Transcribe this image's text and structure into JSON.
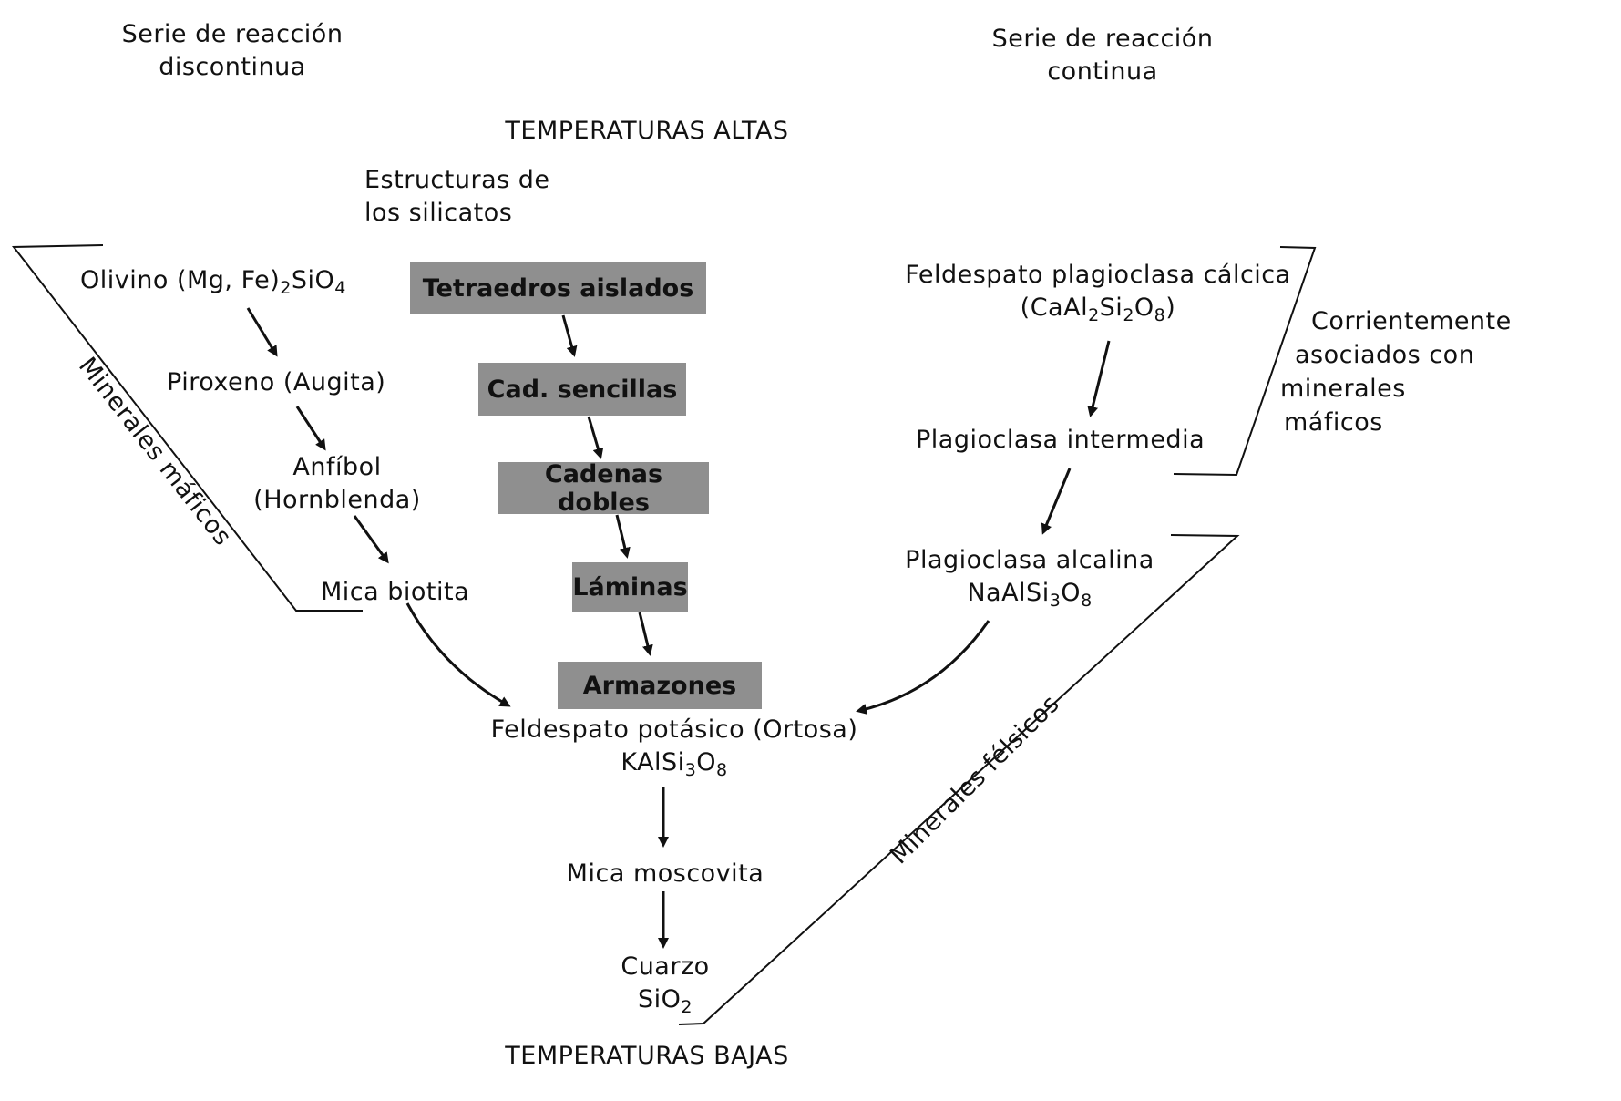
{
  "headers": {
    "discontinuous": [
      "Serie de reacción",
      "discontinua"
    ],
    "continuous": [
      "Serie de reacción",
      "continua"
    ],
    "high_temp": "TEMPERATURAS ALTAS",
    "low_temp": "TEMPERATURAS BAJAS",
    "silicate_structures": [
      "Estructuras de",
      "los silicatos"
    ]
  },
  "discontinuous_series": {
    "olivine": "Olivino (Mg, Fe)",
    "olivine_sub1": "2",
    "olivine_mid": "SiO",
    "olivine_sub2": "4",
    "pyroxene": "Piroxeno (Augita)",
    "amphibole": [
      "Anfíbol",
      "(Hornblenda)"
    ],
    "biotite": "Mica biotita"
  },
  "silicate_structures": [
    "Tetraedros aislados",
    "Cad. sencillas",
    "Cadenas dobles",
    "Láminas",
    "Armazones"
  ],
  "continuous_series": {
    "calcic": "Feldespato plagioclasa cálcica",
    "calcic_formula": [
      "(CaAl",
      "2",
      "Si",
      "2",
      "O",
      "8",
      ")"
    ],
    "intermediate": "Plagioclasa intermedia",
    "alkaline": "Plagioclasa alcalina",
    "alkaline_formula": [
      "NaAlSi",
      "3",
      "O",
      "8"
    ]
  },
  "common": {
    "orthoclase": "Feldespato potásico (Ortosa)",
    "orthoclase_formula": [
      "KAlSi",
      "3",
      "O",
      "8"
    ],
    "muscovite": "Mica moscovita",
    "quartz": "Cuarzo",
    "quartz_formula": [
      "SiO",
      "2"
    ]
  },
  "bracket_labels": {
    "mafic": "Minerales máficos",
    "felsic": "Minerales félsicos",
    "associated": [
      "Corrientemente",
      "asociados con",
      "minerales",
      "máficos"
    ]
  }
}
